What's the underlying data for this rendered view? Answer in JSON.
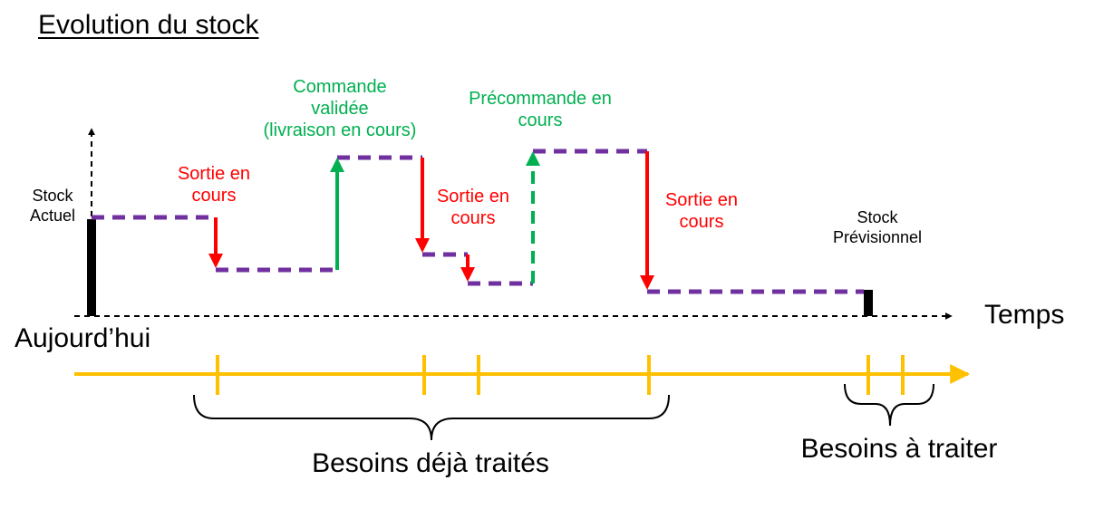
{
  "title": "Evolution du stock",
  "labels": {
    "stock_actuel": [
      "Stock",
      "Actuel"
    ],
    "stock_previsionnel": [
      "Stock",
      "Prévisionnel"
    ],
    "sortie_1": [
      "Sortie en",
      "cours"
    ],
    "sortie_2": [
      "Sortie en",
      "cours"
    ],
    "sortie_3": [
      "Sortie en",
      "cours"
    ],
    "commande": [
      "Commande",
      "validée",
      "(livraison en cours)"
    ],
    "precommande": [
      "Précommande en",
      "cours"
    ],
    "temps": "Temps",
    "aujourdhui": "Aujourd’hui",
    "besoins_traites": "Besoins déjà traités",
    "besoins_a_traiter": "Besoins à traiter"
  },
  "colors": {
    "stock_line": "#7030a0",
    "exit_arrow": "#ff0000",
    "entry_arrow": "#00b050",
    "timeline": "#ffc000",
    "axis": "#000000",
    "bar": "#000000"
  }
}
